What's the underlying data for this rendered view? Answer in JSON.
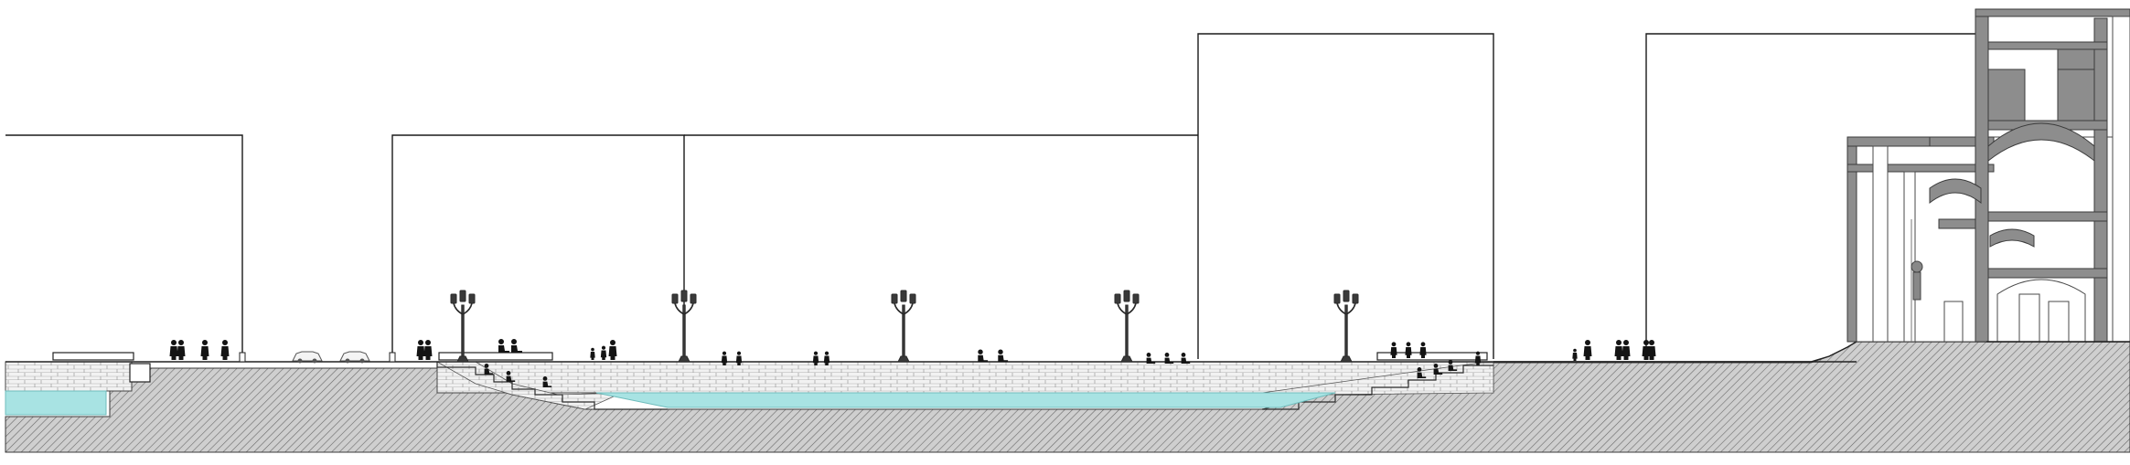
{
  "drawing": {
    "kind": "architectural-section",
    "colors": {
      "water": "#a8e3e3",
      "ground_hatch": "#5a5a5a",
      "wall_section": "#8d8d8d",
      "outline": "#1a1a1a"
    },
    "lamp_count": 5,
    "building_volume_count": 6,
    "icons": [
      "street-lamp-icon",
      "person-silhouette-icon",
      "car-icon",
      "bench-icon"
    ]
  }
}
